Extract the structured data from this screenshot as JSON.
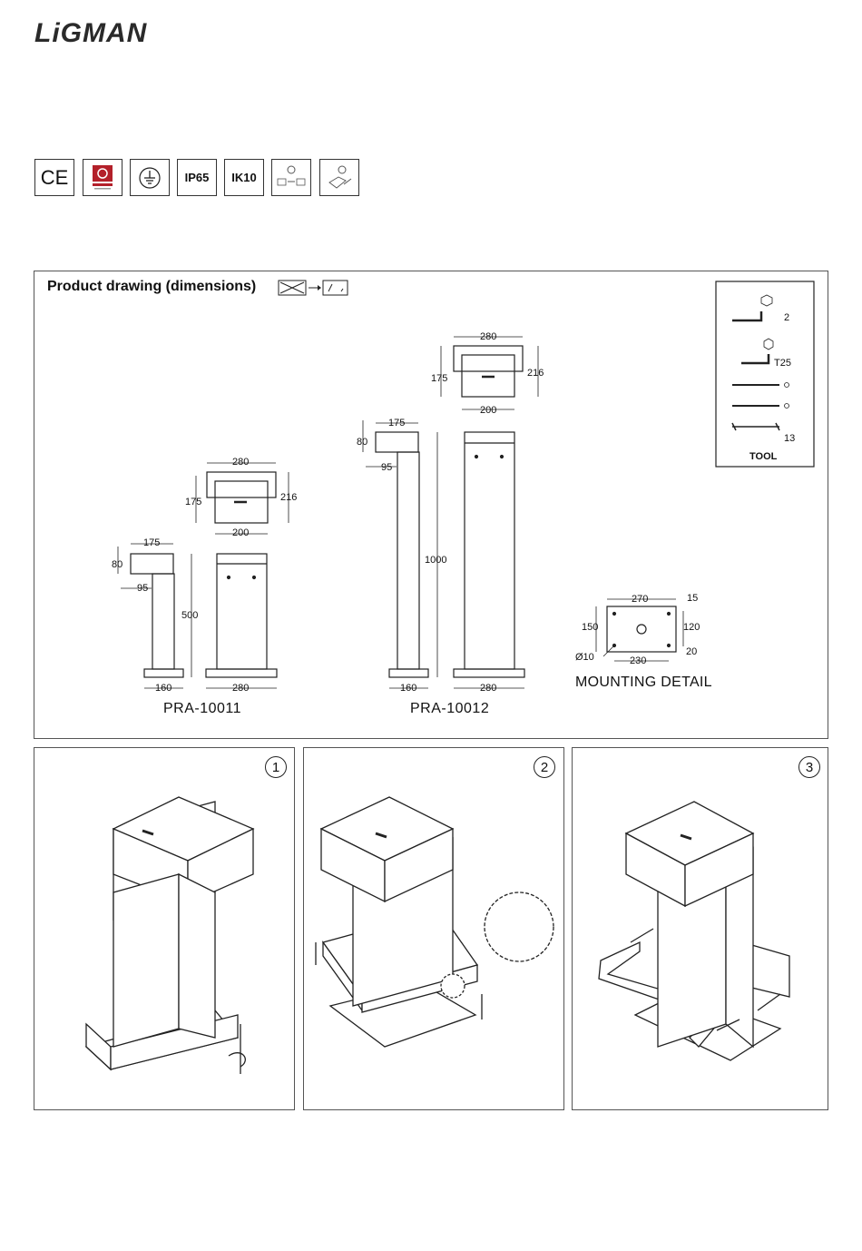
{
  "brand": "LiGMAN",
  "certifications": [
    {
      "id": "ce",
      "label": "CE",
      "icon": "ce-mark-icon"
    },
    {
      "id": "quality",
      "label": "",
      "icon": "quality-badge-icon"
    },
    {
      "id": "earth",
      "label": "",
      "icon": "earth-ground-icon"
    },
    {
      "id": "ip",
      "label": "IP65",
      "icon": ""
    },
    {
      "id": "ik",
      "label": "IK10",
      "icon": ""
    },
    {
      "id": "install1",
      "label": "",
      "icon": "installer-icon"
    },
    {
      "id": "install2",
      "label": "",
      "icon": "installer-tools-icon"
    }
  ],
  "drawing": {
    "title": "Product drawing (dimensions)",
    "models": [
      "PRA-10011",
      "PRA-10012"
    ],
    "mounting_label": "MOUNTING DETAIL",
    "tool_label": "TOOL",
    "tool_sizes": [
      "2",
      "T25",
      "13"
    ],
    "dims_small": {
      "top_w": "280",
      "head_h": "175",
      "total_h": "216",
      "inner_w": "200",
      "arm": "175",
      "head": "80",
      "offset": "95",
      "height": "500",
      "base_l": "160",
      "base_r": "280"
    },
    "dims_large": {
      "top_w": "280",
      "head_h": "175",
      "total_h": "216",
      "inner_w": "200",
      "arm": "175",
      "head": "80",
      "offset": "95",
      "height": "1000",
      "base_l": "160",
      "base_r": "280"
    },
    "mount_dims": {
      "w": "270",
      "edge": "15",
      "h": "150",
      "inner_h": "120",
      "hole": "Ø10",
      "inner_w": "230",
      "edge2": "20"
    }
  },
  "steps": [
    "1",
    "2",
    "3"
  ]
}
